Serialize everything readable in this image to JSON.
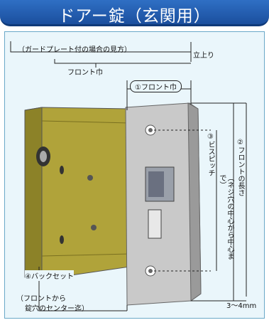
{
  "header": {
    "title": "ドアー錠（玄関用）"
  },
  "colors": {
    "banner": "#1b4f9e",
    "panel_bg": "#eaf6fb"
  },
  "labels": {
    "guard_plate_note": "（ガードプレート付の場合の見方）",
    "standing_up": "立上り",
    "front_width_top": "フロント巾",
    "front_width": "①フロント巾",
    "bis_pitch": "③ビスピッチ",
    "screw_center": "（ネジ穴の中心から中心まで）",
    "front_length": "②フロントの長さ",
    "backset": "④バックセット",
    "backset_note_1": "（フロントから",
    "backset_note_2": "錠穴のセンター迄）",
    "gap": "3〜4mm"
  }
}
